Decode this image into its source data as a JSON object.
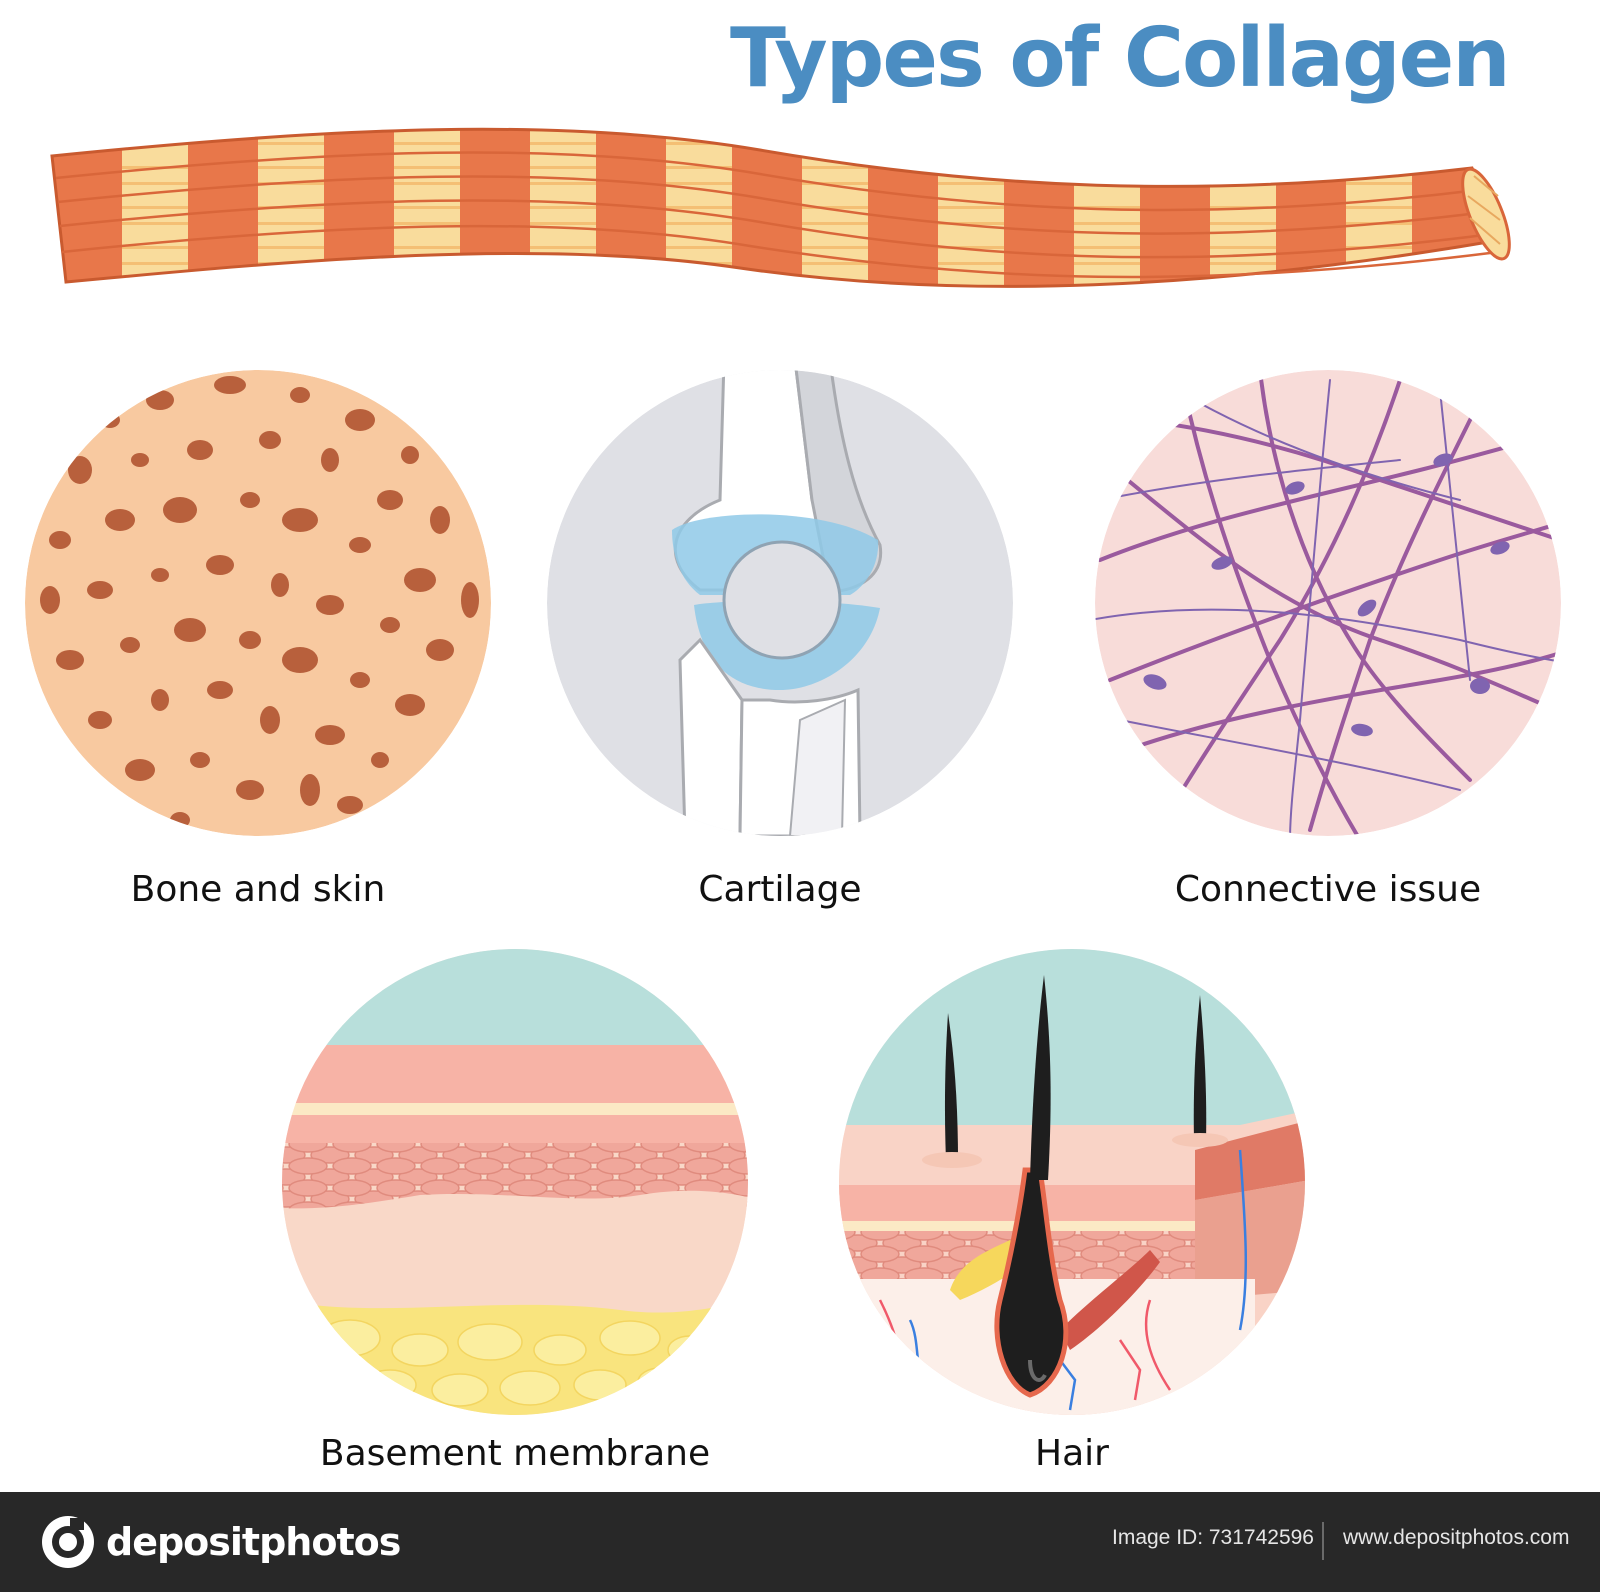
{
  "title": "Types of Collagen",
  "labels": {
    "bone": "Bone and skin",
    "cartilage": "Cartilage",
    "connective": "Connective issue",
    "basement": "Basement membrane",
    "hair": "Hair"
  },
  "footer": {
    "brand": "depositphotos",
    "image_id": "Image ID: 731742596",
    "website": "www.depositphotos.com"
  },
  "colors": {
    "title": "#4b8dc2",
    "fiber_dark": "#e8774a",
    "fiber_light": "#f9dc9c",
    "bone_bg": "#f8c9a0",
    "bone_hole": "#b8603c",
    "cartilage_bg": "#dfe0e5",
    "cartilage_blue": "#8fc9e8",
    "connective_bg": "#f8dcd9",
    "connective_fiber": "#9a5a9e",
    "skin_pink": "#f7b3a6",
    "fat_yellow": "#f9e47e",
    "sky": "#b8dfdb",
    "footer_bg": "#282828"
  },
  "icons": {
    "brand_logo": "camera-aperture-icon"
  }
}
